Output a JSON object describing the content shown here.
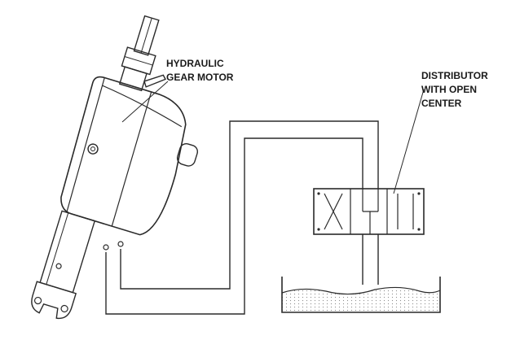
{
  "labels": {
    "motor": [
      "HYDRAULIC",
      "GEAR MOTOR"
    ],
    "distributor": [
      "DISTRIBUTOR",
      "WITH OPEN",
      "CENTER"
    ]
  },
  "colors": {
    "line": "#2a2a2a",
    "body_fill": "#ffffff",
    "fluid_dots": "#8a8a8a"
  }
}
